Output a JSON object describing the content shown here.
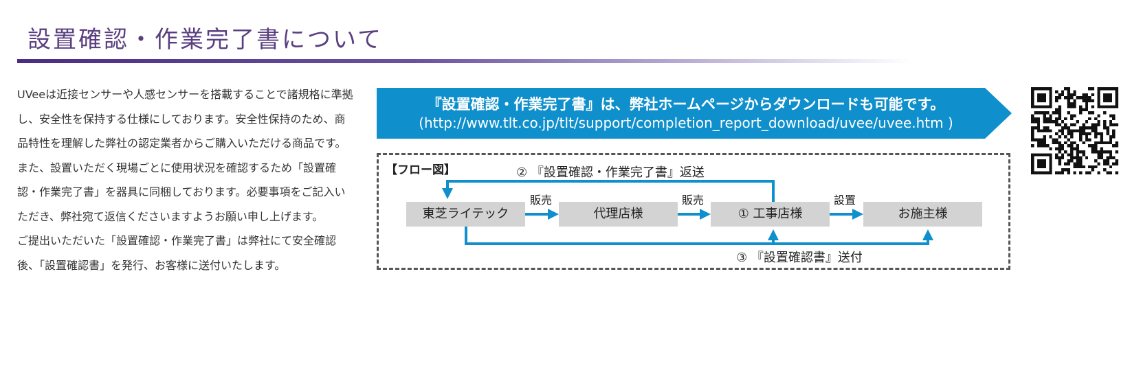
{
  "page": {
    "title": "設置確認・作業完了書について"
  },
  "intro": {
    "paragraphs": [
      "UVeeは近接センサーや人感センサーを搭載することで諸規格に準拠し、安全性を保持する仕様にしております。安全性保持のため、商品特性を理解した弊社の認定業者からご購入いただける商品です。また、設置いただく現場ごとに使用状況を確認するため「設置確認・作業完了書」を器具に同梱しております。必要事項をご記入いただき、弊社宛て返信くださいますようお願い申し上げます。",
      "ご提出いただいた「設置確認・作業完了書」は弊社にて安全確認後、「設置確認書」を発行、お客様に送付いたします。"
    ]
  },
  "banner": {
    "line1": "『設置確認・作業完了書』は、弊社ホームページからダウンロードも可能です。",
    "line2": "(http://www.tlt.co.jp/tlt/support/completion_report_download/uvee/uvee.htm )"
  },
  "flow": {
    "label": "【フロー図】",
    "nodes": [
      "東芝ライテック",
      "代理店様",
      "① 工事店様",
      "お施主様"
    ],
    "edges": [
      "販売",
      "販売",
      "設置"
    ],
    "return_top": "② 『設置確認・作業完了書』返送",
    "return_bottom": "③ 『設置確認書』送付"
  },
  "colors": {
    "title": "#5a3f80",
    "banner": "#0f8fcb",
    "arrow": "#0f8fcb",
    "node": "#d3d3d3"
  },
  "qr_icon": "qr-code-icon"
}
